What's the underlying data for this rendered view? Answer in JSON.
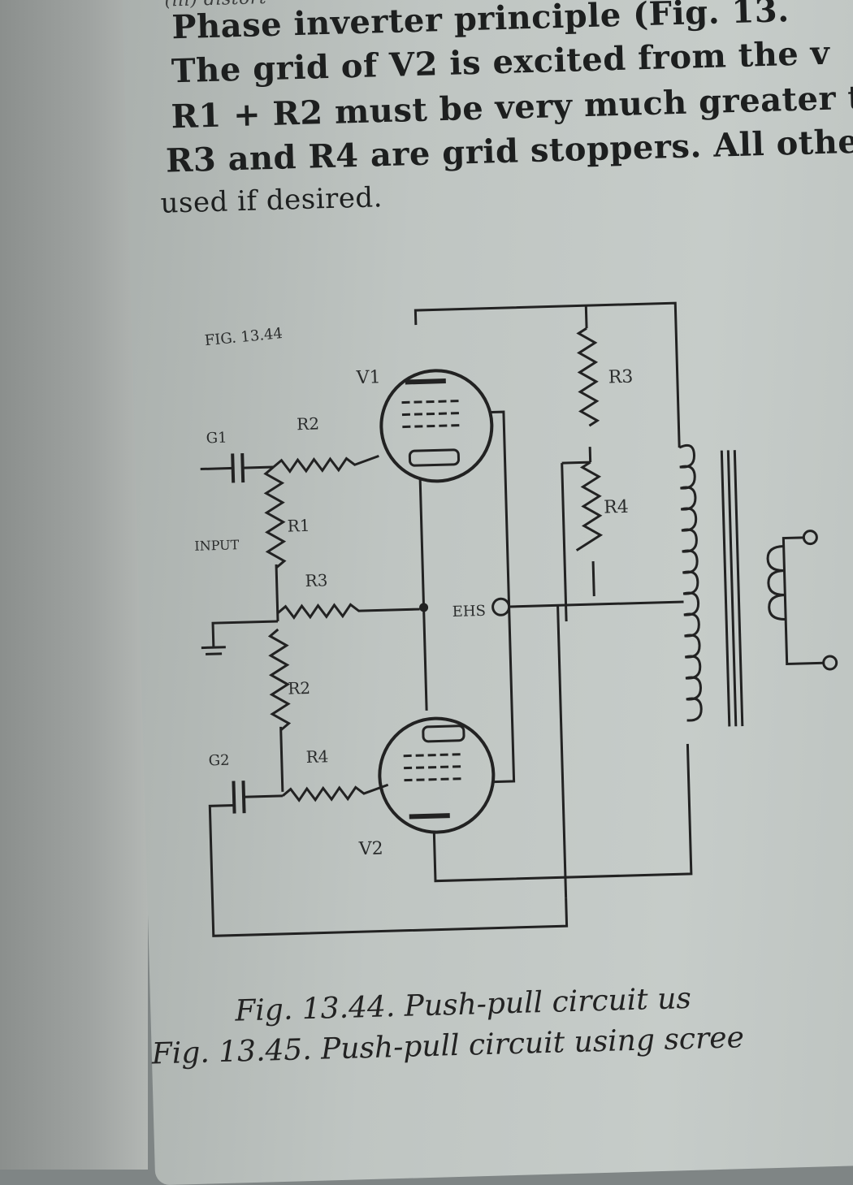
{
  "text": {
    "line0": "(iii) distort",
    "line1": "Phase inverter principle (Fig. 13.",
    "line2": "The grid of V2 is excited from the v",
    "line3": "R1 + R2 must be very much greater t",
    "line4": "R3 and R4 are grid stoppers.   All othe",
    "line5": "used if desired."
  },
  "figure": {
    "fig_label": "FIG. 13.44",
    "labels": {
      "v1": "V1",
      "v2": "V2",
      "r1": "R1",
      "r2": "R2",
      "r3": "R3",
      "r4": "R4",
      "ra": "R3",
      "rb": "R4",
      "g1": "G1",
      "g2": "G2",
      "input": "INPUT",
      "ehs": "EHS"
    }
  },
  "captions": {
    "c1": "Fig. 13.44.   Push-pull circuit us",
    "c2": "Fig. 13.45.   Push-pull circuit using scree"
  }
}
